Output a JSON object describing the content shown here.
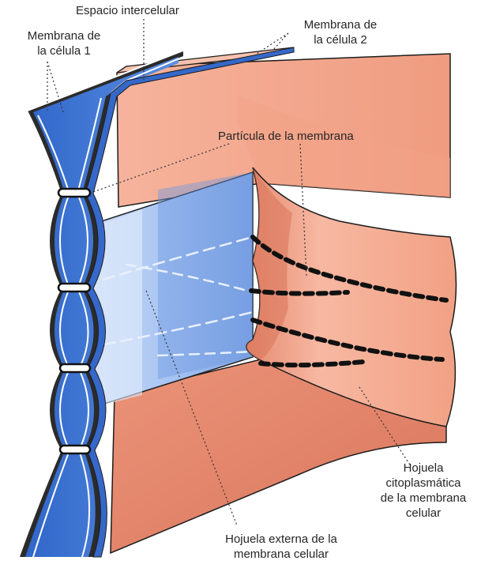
{
  "labels": {
    "intercellular_space": "Espacio intercelular",
    "membrane_cell_1": [
      "Membrana de",
      "la célula 1"
    ],
    "membrane_cell_2": [
      "Membrana de",
      "la célula 2"
    ],
    "membrane_particle": "Partícula de la membrana",
    "cytoplasmic_leaflet": [
      "Hojuela",
      "citoplasmática",
      "de la membrana",
      "celular"
    ],
    "external_leaflet": [
      "Hojuela externa de la",
      "membrana celular"
    ]
  },
  "colors": {
    "cell_2_surface": "#f0a78e",
    "cell_2_shadow": "#e0826a",
    "membrane_blue": "#3f78d8",
    "membrane_light": "#a9c5f3",
    "outline": "#1d1d1d",
    "particle": "#111111"
  }
}
